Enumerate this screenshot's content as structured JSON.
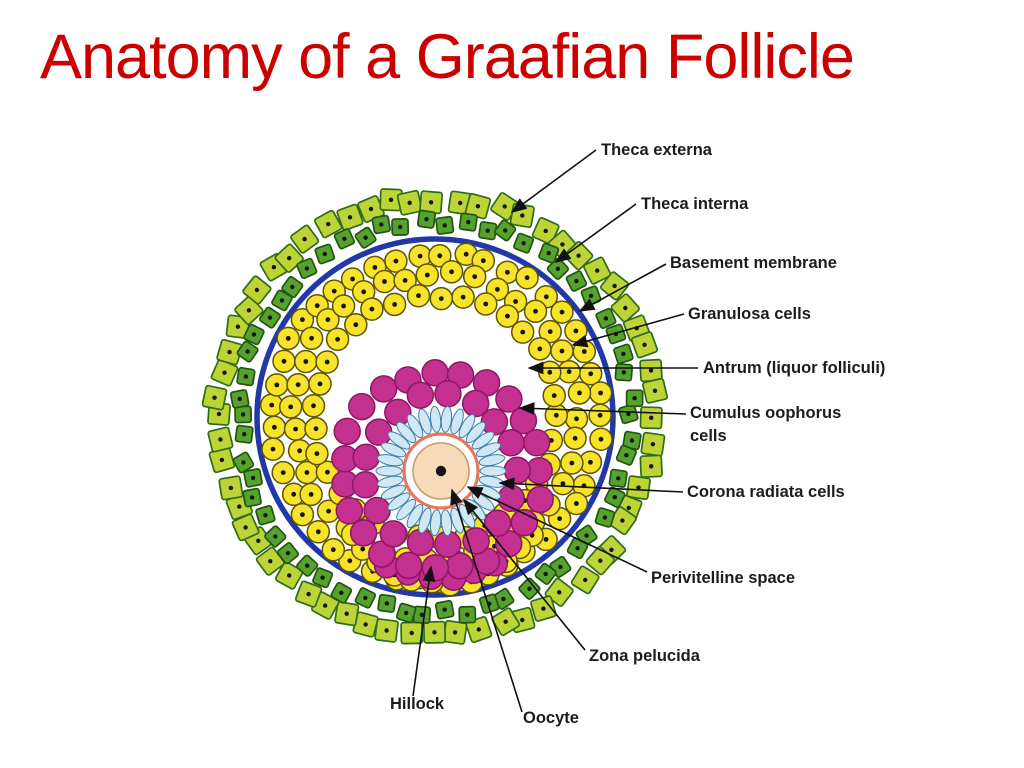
{
  "slide": {
    "title": "Anatomy of a Graafian Follicle",
    "title_color": "#cc0000",
    "background": "#ffffff"
  },
  "diagram": {
    "labels": [
      {
        "name": "theca-externa",
        "text": "Theca externa"
      },
      {
        "name": "theca-interna",
        "text": "Theca interna"
      },
      {
        "name": "basement-membrane",
        "text": "Basement membrane"
      },
      {
        "name": "granulosa-cells",
        "text": "Granulosa cells"
      },
      {
        "name": "antrum",
        "text": "Antrum (liquor folliculi)"
      },
      {
        "name": "cumulus-oophorus-cells",
        "lines": [
          "Cumulus oophorus",
          "cells"
        ]
      },
      {
        "name": "corona-radiata-cells",
        "text": "Corona radiata cells"
      },
      {
        "name": "perivitelline-space",
        "text": "Perivitelline space"
      },
      {
        "name": "zona-pelucida",
        "text": "Zona pelucida"
      },
      {
        "name": "hillock",
        "text": "Hillock"
      },
      {
        "name": "oocyte",
        "text": "Oocyte"
      }
    ],
    "colors": {
      "theca_externa_fill": "#bcd435",
      "theca_externa_stroke": "#2f6b1a",
      "theca_interna_fill": "#55a22c",
      "theca_interna_stroke": "#245312",
      "basement_membrane": "#2038a8",
      "granulosa_fill": "#f7e32a",
      "granulosa_stroke": "#5f5400",
      "cumulus_fill": "#c4308f",
      "cumulus_stroke": "#8d1767",
      "corona_fill": "#cfe8f4",
      "corona_stroke": "#3e7fa6",
      "zona_pelucida": "#e4785f",
      "oocyte_fill": "#f8d9b8",
      "oocyte_stroke": "#c79a6b",
      "nucleus": "#151515",
      "label_color": "#1c1c1c",
      "arrow_color": "#111111"
    }
  }
}
